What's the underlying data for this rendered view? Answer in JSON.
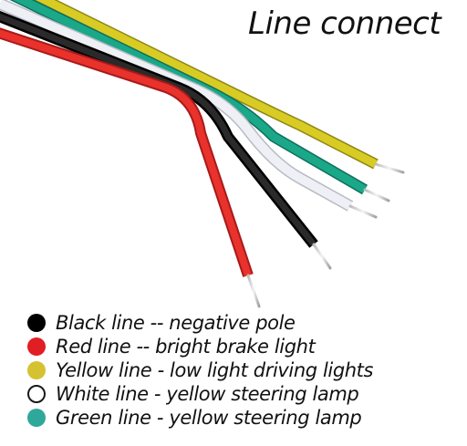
{
  "title": "Line connect",
  "wires": [
    {
      "color_name": "red",
      "color": "#e8322b"
    },
    {
      "color_name": "black",
      "color": "#161616"
    },
    {
      "color_name": "white",
      "color": "#eef0f6"
    },
    {
      "color_name": "green",
      "color": "#1aa889"
    },
    {
      "color_name": "yellow",
      "color": "#d8cc24"
    }
  ],
  "legend": [
    {
      "text": "Black line -- negative pole",
      "color": "#000000"
    },
    {
      "text": "Red line -- bright brake light",
      "color": "#e01e24"
    },
    {
      "text": "Yellow line - low light driving lights",
      "color": "#d4c232"
    },
    {
      "text": "White line - yellow steering lamp",
      "color": "#ffffff"
    },
    {
      "text": "Green line - yellow steering lamp",
      "color": "#2ea89a"
    }
  ]
}
